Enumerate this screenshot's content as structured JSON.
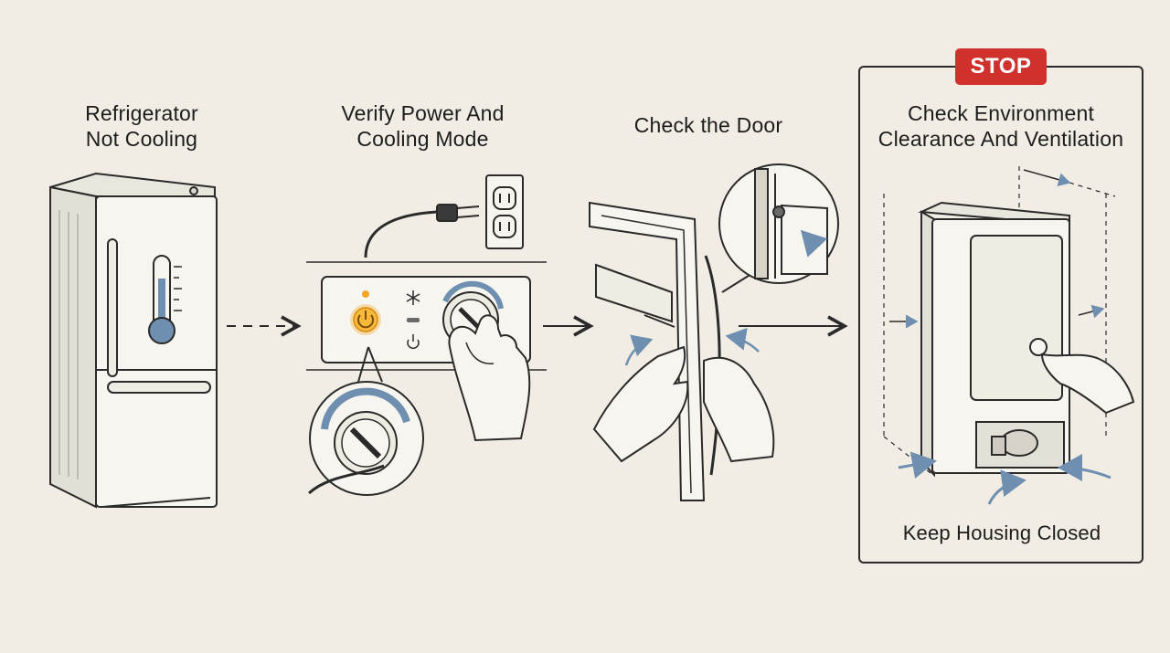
{
  "steps": [
    {
      "title_line1": "Refrigerator",
      "title_line2": "Not Cooling"
    },
    {
      "title_line1": "Verify Power And",
      "title_line2": "Cooling Mode"
    },
    {
      "title_line1": "Check the Door"
    },
    {
      "title_line1": "Check Environment",
      "title_line2": "Clearance And Ventilation"
    }
  ],
  "control_panel": {
    "power_label": "power"
  },
  "warning": {
    "badge": "STOP",
    "caption": "Keep Housing Closed"
  },
  "colors": {
    "background": "#f1ede4",
    "line": "#2a2a2a",
    "accent_blue": "#6f8fb0",
    "power_glow": "#f0a623",
    "stop_red": "#d0312d"
  }
}
